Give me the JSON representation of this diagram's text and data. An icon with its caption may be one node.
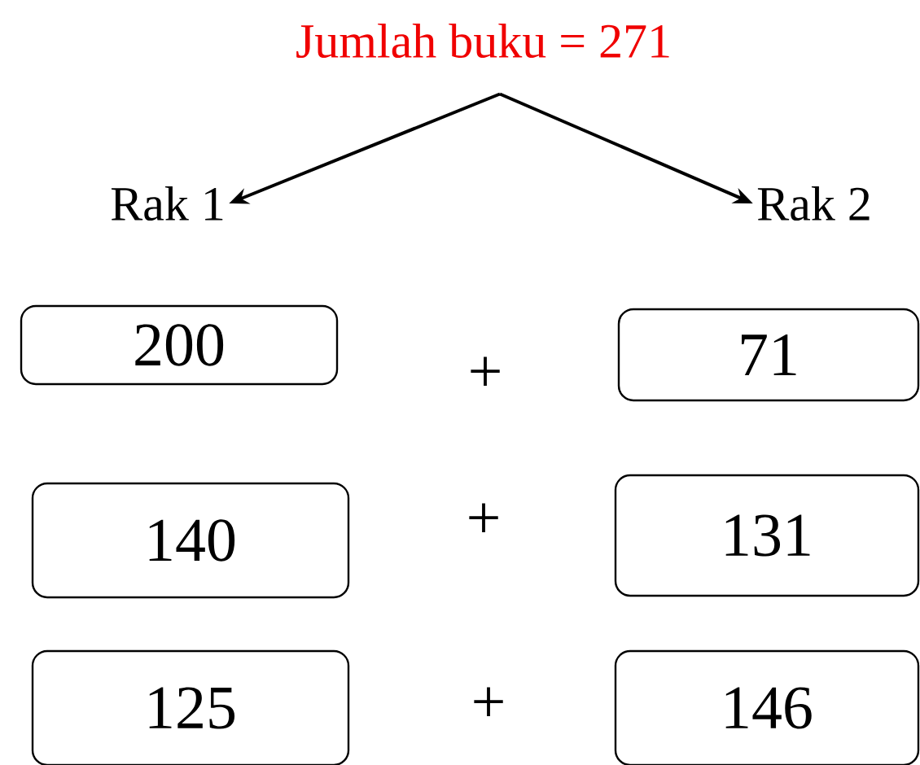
{
  "diagram": {
    "nodes": [
      {
        "text": [
          "Jumlah buku = 271"
        ]
      },
      {
        "text": [
          "Rak 1"
        ]
      },
      {
        "text": [
          "Rak 2"
        ]
      },
      {
        "text": [
          "200"
        ]
      },
      {
        "text": [
          "71"
        ]
      },
      {
        "text": [
          "140"
        ]
      },
      {
        "text": [
          "131"
        ]
      },
      {
        "text": [
          "125"
        ]
      },
      {
        "text": [
          "146"
        ]
      }
    ],
    "edges": [
      {
        "from": 0,
        "to": 1,
        "arrow": "to"
      },
      {
        "from": 0,
        "to": 2,
        "arrow": "to"
      }
    ],
    "labels": [
      "+",
      "+",
      "+"
    ]
  }
}
